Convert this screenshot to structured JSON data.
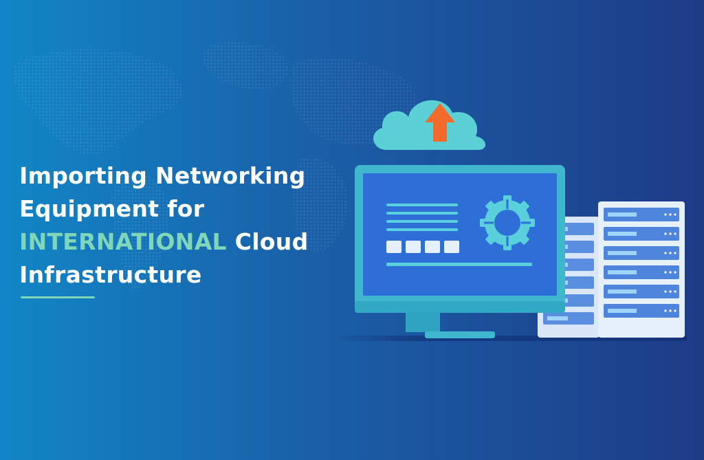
{
  "headline": {
    "line1": "Importing Networking",
    "line2": "Equipment for",
    "line3_accent": "INTERNATIONAL",
    "line3_rest": " Cloud",
    "line4": "Infrastructure"
  },
  "colors": {
    "background_left": "#1186c6",
    "background_right": "#1e3b86",
    "accent": "#7fd6b8",
    "cloud": "#5bd1d6",
    "arrow": "#f26b2a",
    "monitor_frame": "#3fb8cf",
    "screen": "#2d6fd6",
    "server": "#e6f0fb"
  },
  "icons": {
    "cloud": "cloud-upload-icon",
    "arrow": "arrow-up-icon",
    "gear": "gear-icon",
    "monitor": "monitor-icon",
    "server": "server-rack-icon"
  }
}
